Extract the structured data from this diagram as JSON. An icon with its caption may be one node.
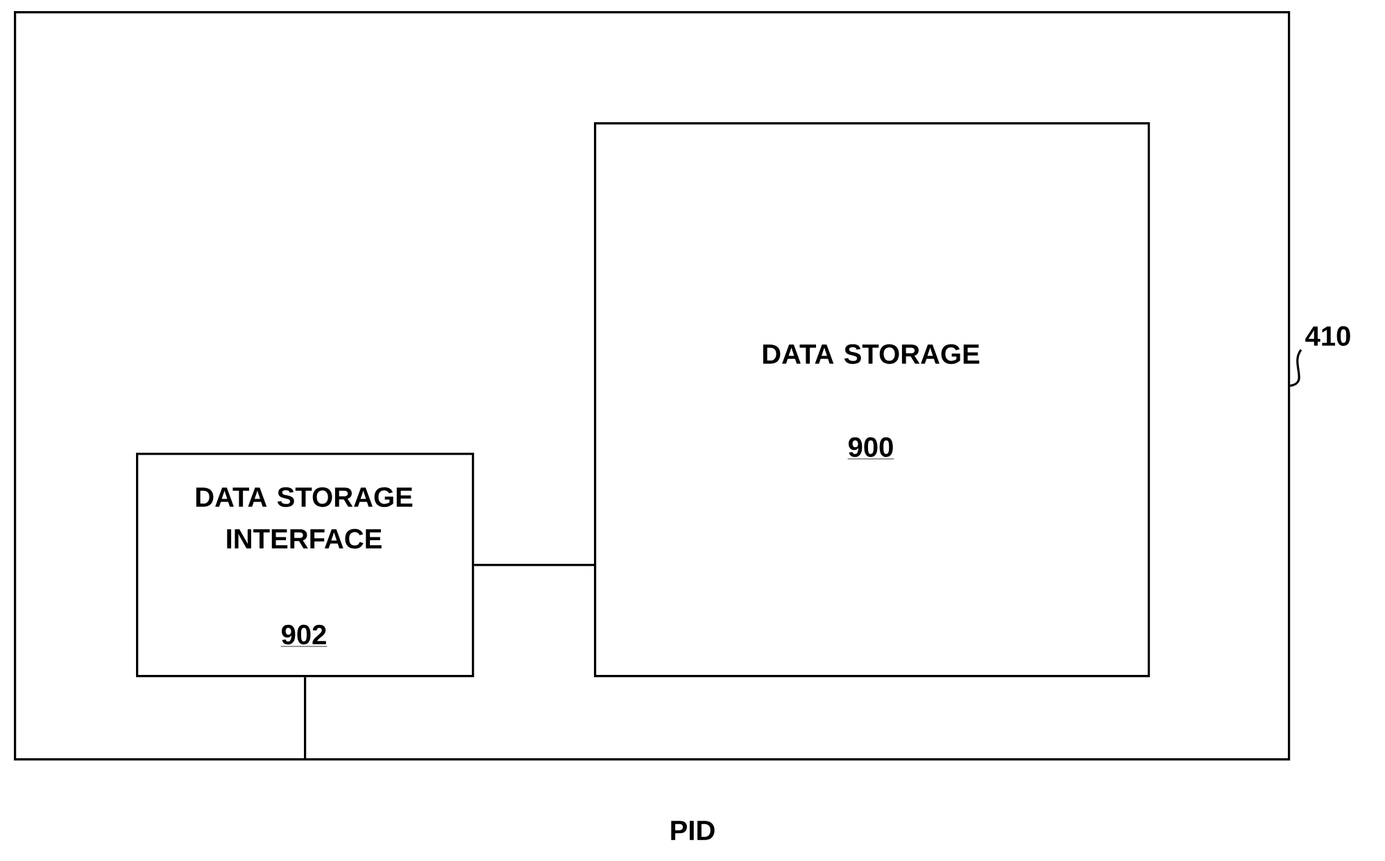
{
  "diagram": {
    "nodes": [
      {
        "text": [],
        "shape": "box"
      },
      {
        "text": [
          "DATA STORAGE",
          "900"
        ],
        "in": 0
      },
      {
        "text": [
          "DATA STORAGE INTERFACE",
          "902"
        ],
        "in": 0
      },
      {
        "text": [
          "410"
        ]
      }
    ],
    "edges": [
      {
        "from": 2,
        "to": 1,
        "arrow": "none"
      },
      {
        "from": 2,
        "to": null,
        "arrow": "none"
      },
      {
        "from": 3,
        "to": 0,
        "arrow": "none"
      }
    ],
    "labels": [
      "PID"
    ]
  }
}
